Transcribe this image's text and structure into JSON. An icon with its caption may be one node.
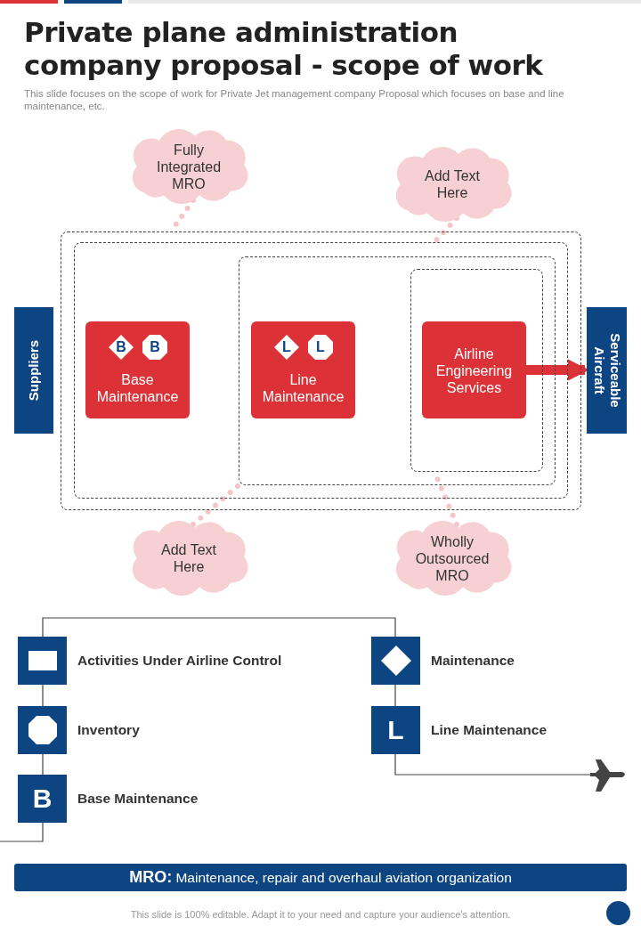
{
  "diagram": {
    "title": "Private plane administration company proposal - scope of work",
    "nodes": [
      {
        "text": [
          "Fully Integrated MRO"
        ]
      },
      {
        "text": [
          "Add Text Here"
        ]
      },
      {
        "text": [
          "Suppliers"
        ]
      },
      {
        "text": [],
        "shape": "box"
      },
      {
        "text": [],
        "shape": "box",
        "in": 3
      },
      {
        "text": [
          "B",
          "B",
          "Base Maintenance"
        ],
        "in": 4
      },
      {
        "text": [],
        "shape": "box",
        "in": 4
      },
      {
        "text": [
          "L",
          "L",
          "Line Maintenance"
        ],
        "in": 6
      },
      {
        "text": [],
        "shape": "box",
        "in": 6
      },
      {
        "text": [
          "Airline Engineering Services"
        ],
        "in": 8
      },
      {
        "text": [
          "Serviceable Aircraft"
        ]
      },
      {
        "text": [
          "Add Text Here"
        ]
      },
      {
        "text": [
          "Wholly Outsourced MRO"
        ]
      }
    ],
    "edges": [
      {
        "from": 0,
        "to": 3,
        "arrow": "none",
        "style": "dashed"
      },
      {
        "from": 1,
        "to": 4,
        "arrow": "none",
        "style": "dashed"
      },
      {
        "from": 9,
        "to": 10,
        "arrow": "to",
        "style": "thick",
        "color": "#dc3237"
      },
      {
        "from": 11,
        "to": 6,
        "arrow": "none",
        "style": "dashed"
      },
      {
        "from": 12,
        "to": 8,
        "arrow": "none",
        "style": "dashed"
      }
    ],
    "labels": [
      "This slide focuses on the scope of work for Private Jet management company Proposal which focuses on base and line maintenance, etc.",
      "L",
      "B",
      "**MRO:** Maintenance, repair and overhaul aviation organization",
      "This slide is 100% editable. Adapt it to your need and capture your audience’s attention."
    ],
    "legend": [
      {
        "text": "Activities Under Airline Control"
      },
      {
        "text": "Maintenance"
      },
      {
        "text": "Inventory"
      },
      {
        "text": "Line Maintenance"
      },
      {
        "text": "Base Maintenance"
      }
    ]
  }
}
